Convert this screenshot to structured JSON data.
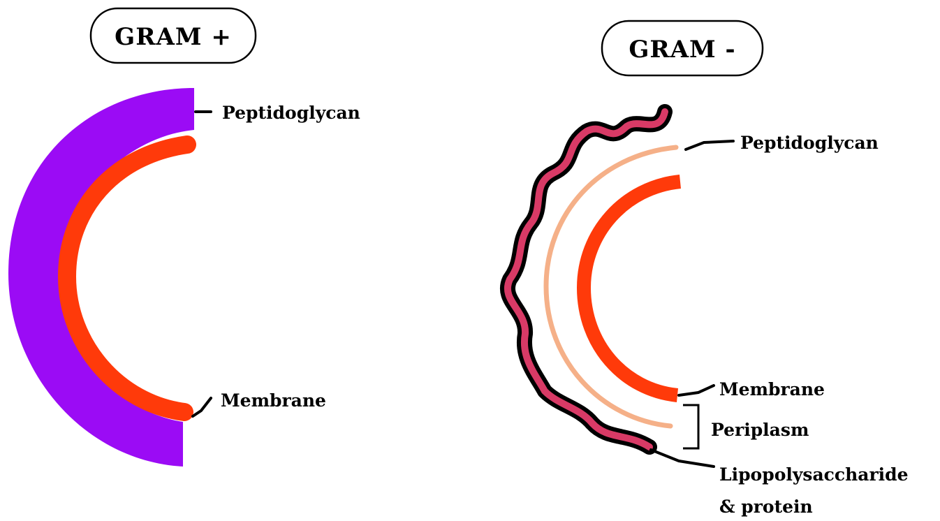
{
  "gram_positive": {
    "title": "GRAM +",
    "labels": {
      "peptidoglycan": "Peptidoglycan",
      "membrane": "Membrane"
    }
  },
  "gram_negative": {
    "title": "GRAM -",
    "labels": {
      "peptidoglycan": "Peptidoglycan",
      "membrane": "Membrane",
      "periplasm": "Periplasm",
      "lps_line1": "Lipopolysaccharide",
      "lps_line2": "& protein"
    }
  },
  "colors": {
    "thick_peptidoglycan": "#9b0bf5",
    "membrane": "#ff3a0a",
    "thin_peptidoglycan": "#f5b088",
    "lipopolysaccharide_fill": "#d83a66",
    "outline": "#000000",
    "background": "#ffffff"
  }
}
